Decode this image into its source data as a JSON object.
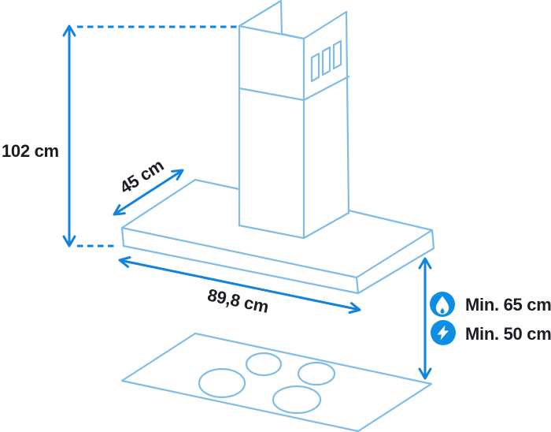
{
  "diagram": {
    "type": "cooker-hood-installation-dimension-diagram",
    "labels": {
      "height": "102 cm",
      "depth": "45 cm",
      "width": "89,8 cm",
      "gas_clearance": "Min. 65 cm",
      "electric_clearance": "Min. 50 cm"
    },
    "values": {
      "height_cm": 102,
      "depth_cm": 45,
      "width_cm": 89.8,
      "min_clearance_gas_cm": 65,
      "min_clearance_electric_cm": 50,
      "burner_count": 4
    },
    "icons": {
      "gas": "flame-icon",
      "electric": "lightning-bolt-icon"
    },
    "colors": {
      "dimension_accent": "#1283dc",
      "sketch_outline": "#7fbce8",
      "badge_fill": "#0e8ee2",
      "label_text": "#1c1c22",
      "background": "#ffffff"
    }
  }
}
